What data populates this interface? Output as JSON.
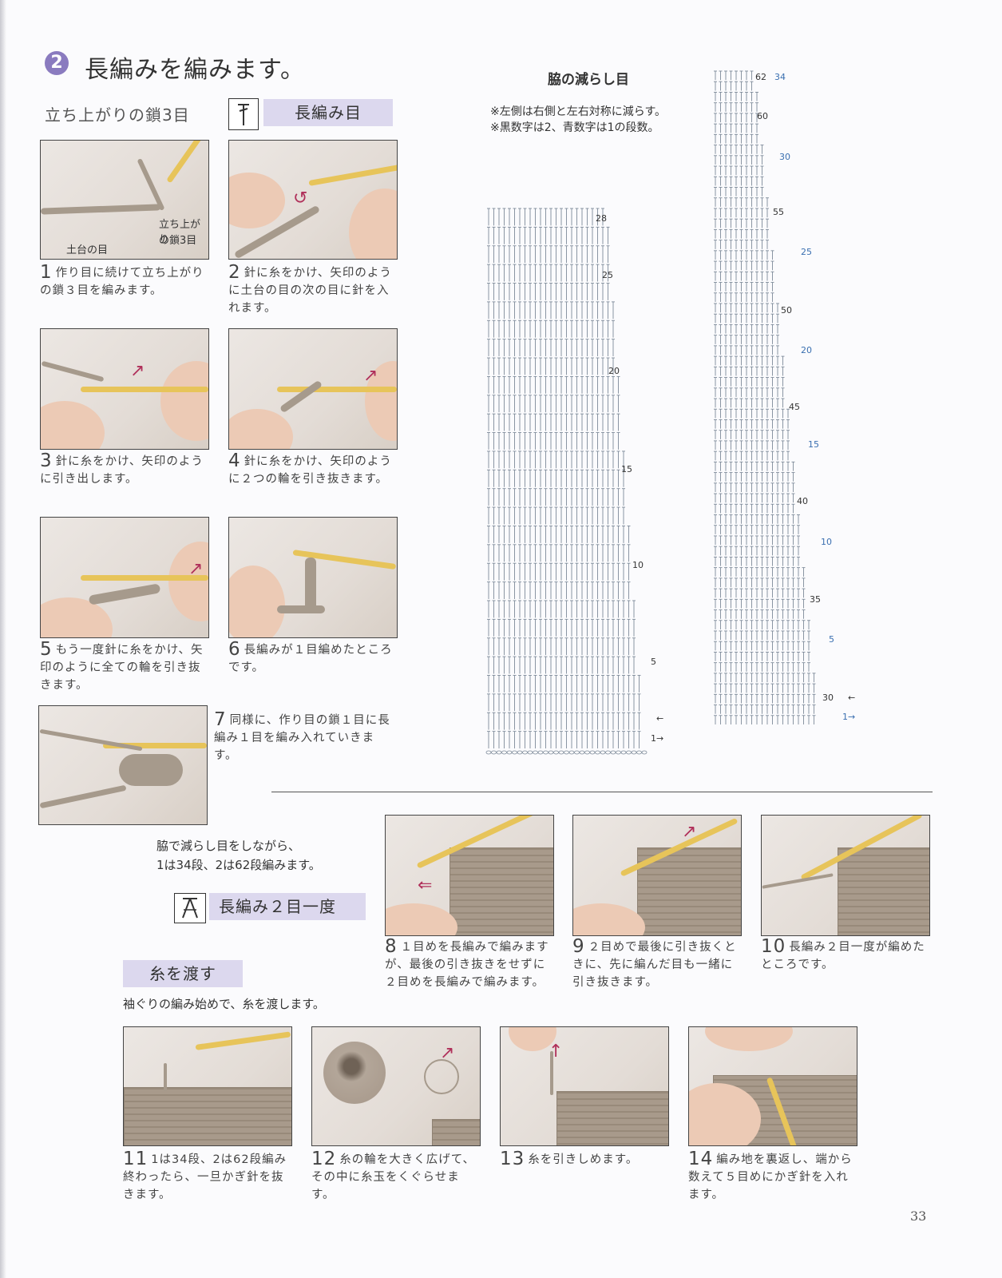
{
  "header": {
    "step_number": "2",
    "title": "長編みを編みます。"
  },
  "left": {
    "chain_heading": "立ち上がりの鎖3目",
    "dc_symbol_label": "長編み目"
  },
  "photos": {
    "p1_label_a": "立ち上がり",
    "p1_label_b": "の鎖3目",
    "p1_label_c": "土台の目"
  },
  "steps": [
    {
      "n": "1",
      "text": "作り目に続けて立ち上がりの鎖３目を編みます。"
    },
    {
      "n": "2",
      "text": "針に糸をかけ、矢印のように土台の目の次の目に針を入れます。"
    },
    {
      "n": "3",
      "text": "針に糸をかけ、矢印のように引き出します。"
    },
    {
      "n": "4",
      "text": "針に糸をかけ、矢印のように２つの輪を引き抜きます。"
    },
    {
      "n": "5",
      "text": "もう一度針に糸をかけ、矢印のように全ての輪を引き抜きます。"
    },
    {
      "n": "6",
      "text": "長編みが１目編めたところです。"
    },
    {
      "n": "7",
      "text": "同様に、作り目の鎖１目に長編み１目を編み入れていきます。"
    },
    {
      "n": "8",
      "text": "１目めを長編みで編みますが、最後の引き抜きをせずに２目めを長編みで編みます。"
    },
    {
      "n": "9",
      "text": "２目めで最後に引き抜くときに、先に編んだ目も一緒に引き抜きます。"
    },
    {
      "n": "10",
      "text": "長編み２目一度が編めたところです。"
    },
    {
      "n": "11",
      "text": "1は34段、2は62段編み終わったら、一旦かぎ針を抜きます。"
    },
    {
      "n": "12",
      "text": "糸の輪を大きく広げて、その中に糸玉をくぐらせます。"
    },
    {
      "n": "13",
      "text": "糸を引きしめます。"
    },
    {
      "n": "14",
      "text": "編み地を裏返し、端から数えて５目めにかぎ針を入れます。"
    }
  ],
  "chart": {
    "title": "脇の減らし目",
    "notes": [
      "※左側は右側と左右対称に減らす。",
      "※黒数字は2、青数字は1の段数。"
    ],
    "left_labels": [
      {
        "t": "28",
        "c": "black"
      },
      {
        "t": "25",
        "c": "black"
      },
      {
        "t": "20",
        "c": "black"
      },
      {
        "t": "15",
        "c": "black"
      },
      {
        "t": "10",
        "c": "black"
      },
      {
        "t": "5",
        "c": "black"
      },
      {
        "t": "←",
        "c": "black"
      },
      {
        "t": "1→",
        "c": "black"
      }
    ],
    "right_labels": [
      {
        "t": "62",
        "c": "black"
      },
      {
        "t": "34",
        "c": "blue"
      },
      {
        "t": "60",
        "c": "black"
      },
      {
        "t": "30",
        "c": "blue"
      },
      {
        "t": "55",
        "c": "black"
      },
      {
        "t": "25",
        "c": "blue"
      },
      {
        "t": "50",
        "c": "black"
      },
      {
        "t": "20",
        "c": "blue"
      },
      {
        "t": "45",
        "c": "black"
      },
      {
        "t": "15",
        "c": "blue"
      },
      {
        "t": "40",
        "c": "black"
      },
      {
        "t": "10",
        "c": "blue"
      },
      {
        "t": "35",
        "c": "black"
      },
      {
        "t": "5",
        "c": "blue"
      },
      {
        "t": "30",
        "c": "black"
      },
      {
        "t": "←",
        "c": "black"
      },
      {
        "t": "1→",
        "c": "blue"
      }
    ]
  },
  "decrease": {
    "line1": "脇で減らし目をしながら、",
    "line2": "1は34段、2は62段編みます。",
    "symbol_label": "長編み２目一度"
  },
  "carry": {
    "band": "糸を渡す",
    "text": "袖ぐりの編み始めで、糸を渡します。"
  },
  "page_number": "33",
  "colors": {
    "accent": "#8a7bbf",
    "band": "#dcd8ee",
    "blue_numbers": "#3a6fb0",
    "arrow": "#b0305a"
  }
}
